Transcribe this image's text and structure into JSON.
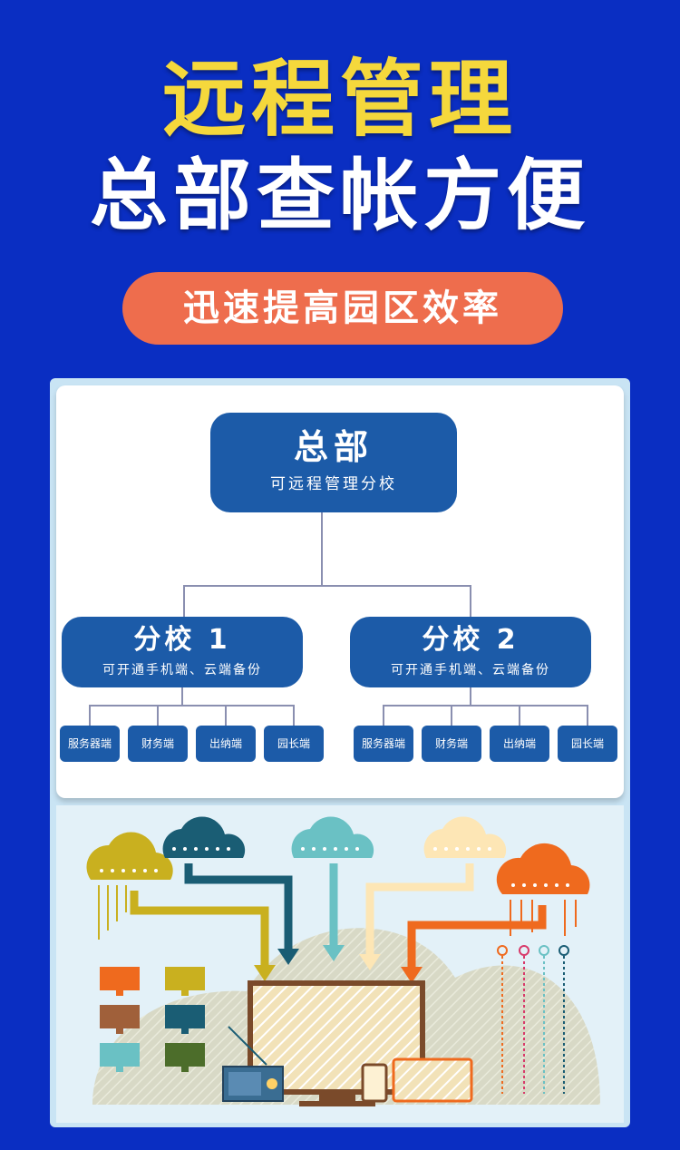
{
  "header": {
    "title_line1": "远程管理",
    "title_line2": "总部查帐方便",
    "pill_text": "迅速提高园区效率"
  },
  "org_chart": {
    "hq": {
      "title": "总部",
      "subtitle": "可远程管理分校"
    },
    "branches": [
      {
        "title": "分校 1",
        "subtitle": "可开通手机端、云端备份",
        "leaves": [
          "服务器端",
          "财务端",
          "出纳端",
          "园长端"
        ]
      },
      {
        "title": "分校 2",
        "subtitle": "可开通手机端、云端备份",
        "leaves": [
          "服务器端",
          "财务端",
          "出纳端",
          "园长端"
        ]
      }
    ]
  },
  "colors": {
    "background": "#0a2ec2",
    "title_yellow": "#f5d83c",
    "pill": "#ee6d4d",
    "node_blue": "#1c5ba8"
  },
  "illustration": {
    "icons": [
      "cloud-icon",
      "arrow-icon",
      "monitor-icon",
      "radio-icon",
      "phone-icon",
      "tablet-icon"
    ]
  }
}
